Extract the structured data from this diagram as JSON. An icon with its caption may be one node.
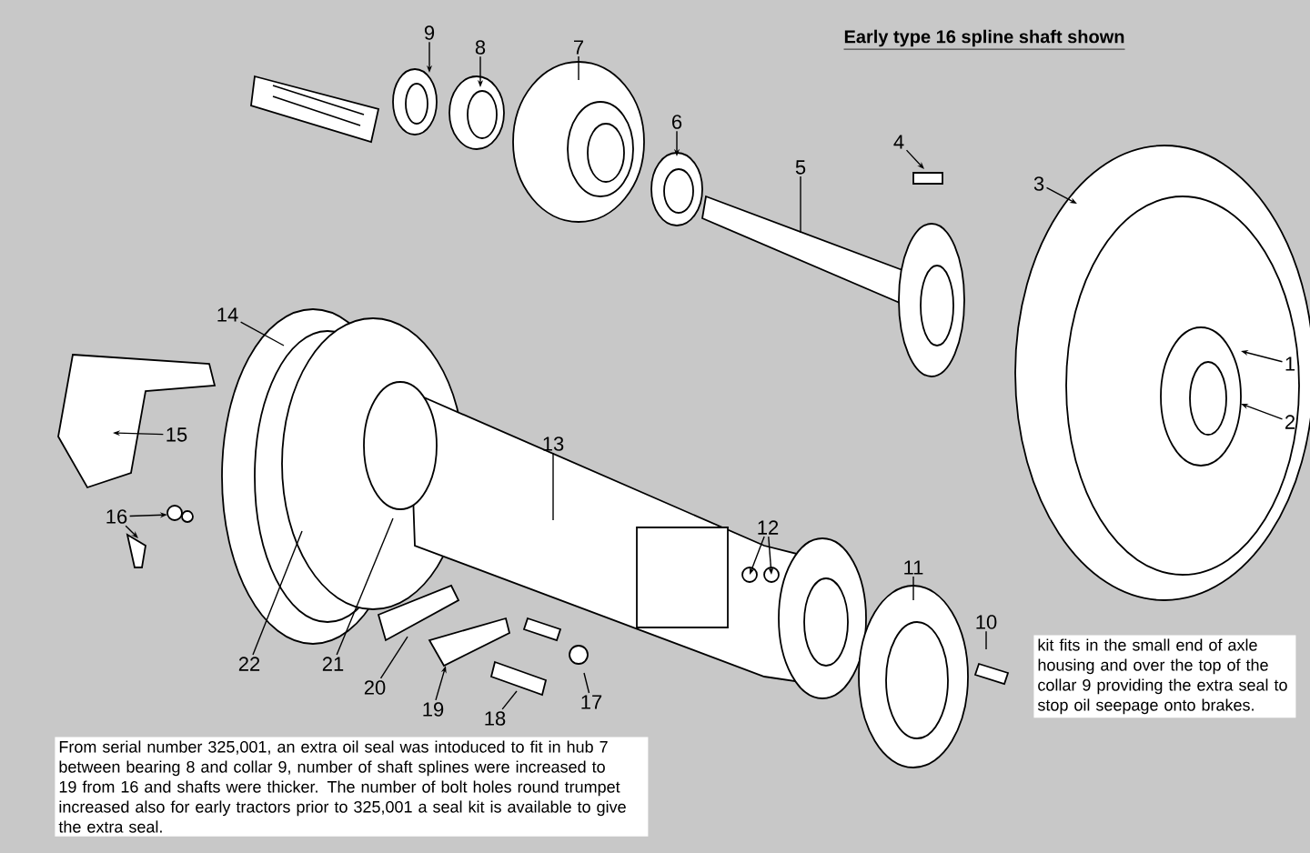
{
  "diagram": {
    "title": "Early type 16 spline shaft shown",
    "nodes": [
      {
        "text": [
          "1"
        ]
      },
      {
        "text": [
          "2"
        ]
      },
      {
        "text": [
          "3"
        ]
      },
      {
        "text": [
          "4"
        ]
      },
      {
        "text": [
          "5"
        ]
      },
      {
        "text": [
          "6"
        ]
      },
      {
        "text": [
          "7"
        ]
      },
      {
        "text": [
          "8"
        ]
      },
      {
        "text": [
          "9"
        ]
      },
      {
        "text": [
          "10"
        ]
      },
      {
        "text": [
          "11"
        ]
      },
      {
        "text": [
          "12"
        ]
      },
      {
        "text": [
          "13"
        ]
      },
      {
        "text": [
          "14"
        ]
      },
      {
        "text": [
          "15"
        ]
      },
      {
        "text": [
          "16"
        ]
      },
      {
        "text": [
          "17"
        ]
      },
      {
        "text": [
          "18"
        ]
      },
      {
        "text": [
          "19"
        ]
      },
      {
        "text": [
          "20"
        ]
      },
      {
        "text": [
          "21"
        ]
      },
      {
        "text": [
          "22"
        ]
      },
      {
        "text": [
          "From serial number 325,001, an extra oil seal was intoduced to fit in hub 7 between bearing 8 and collar 9, number of shaft splines were increased to 19 from 16 and shafts were thicker. The number of bolt holes round trumpet increased also for early tractors prior to 325,001 a seal kit is available to give the extra seal."
        ]
      },
      {
        "text": [
          "kit fits in the small end of axle housing and over the top of the collar 9 providing the extra seal to stop oil seepage onto brakes."
        ]
      }
    ],
    "edges": [
      {
        "from": 0,
        "to": null,
        "arrow": "to"
      },
      {
        "from": 1,
        "to": null,
        "arrow": "to"
      },
      {
        "from": 2,
        "to": null,
        "arrow": "to"
      },
      {
        "from": 3,
        "to": null,
        "arrow": "to"
      },
      {
        "from": 4,
        "to": null,
        "arrow": "none"
      },
      {
        "from": 5,
        "to": null,
        "arrow": "to"
      },
      {
        "from": 6,
        "to": null,
        "arrow": "none"
      },
      {
        "from": 7,
        "to": null,
        "arrow": "to"
      },
      {
        "from": 8,
        "to": null,
        "arrow": "to"
      },
      {
        "from": 9,
        "to": null,
        "arrow": "none"
      },
      {
        "from": 10,
        "to": null,
        "arrow": "none"
      },
      {
        "from": 11,
        "to": null,
        "arrow": "to"
      },
      {
        "from": 11,
        "to": null,
        "arrow": "to"
      },
      {
        "from": 12,
        "to": null,
        "arrow": "none"
      },
      {
        "from": 13,
        "to": null,
        "arrow": "none"
      },
      {
        "from": 14,
        "to": null,
        "arrow": "to"
      },
      {
        "from": 15,
        "to": null,
        "arrow": "to"
      },
      {
        "from": 15,
        "to": null,
        "arrow": "to"
      },
      {
        "from": 16,
        "to": null,
        "arrow": "none"
      },
      {
        "from": 17,
        "to": null,
        "arrow": "none"
      },
      {
        "from": 18,
        "to": null,
        "arrow": "to"
      },
      {
        "from": 19,
        "to": null,
        "arrow": "none"
      },
      {
        "from": 20,
        "to": null,
        "arrow": "none"
      },
      {
        "from": 21,
        "to": null,
        "arrow": "none"
      }
    ]
  }
}
